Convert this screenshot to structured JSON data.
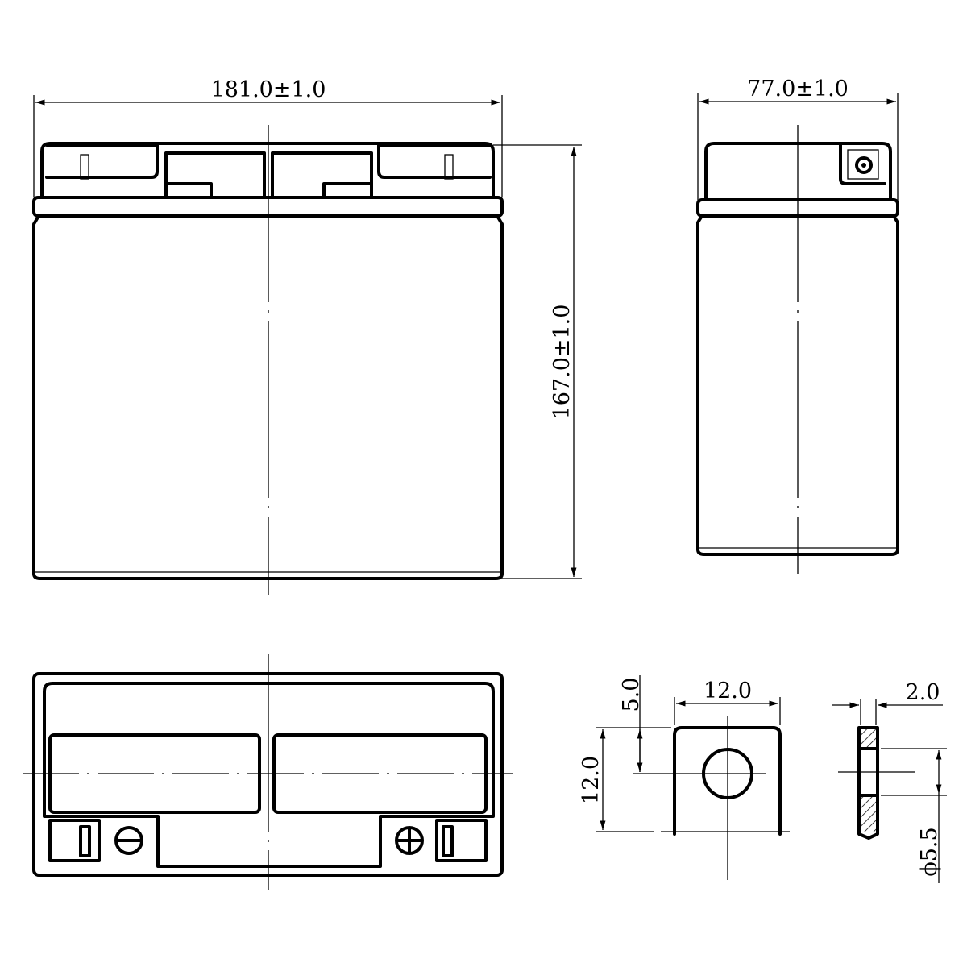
{
  "drawing": {
    "front_view": {
      "width_label": "181.0±1.0",
      "height_label": "167.0±1.0"
    },
    "side_view": {
      "width_label": "77.0±1.0"
    },
    "top_view": {
      "negative_symbol": "⊖",
      "positive_symbol": "⊕"
    },
    "terminal_detail": {
      "width_label": "12.0",
      "hole_offset_label": "5.0",
      "height_label": "12.0",
      "thickness_label": "2.0",
      "hole_diameter_label": "ϕ5.5"
    }
  }
}
